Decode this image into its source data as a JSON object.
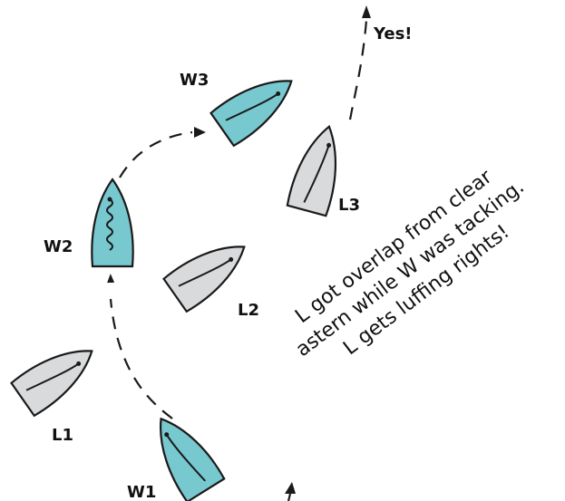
{
  "labels": {
    "yes": "Yes!",
    "w1": "W1",
    "w2": "W2",
    "w3": "W3",
    "l1": "L1",
    "l2": "L2",
    "l3": "L3"
  },
  "note": {
    "line1": "L got overlap from clear",
    "line2": "astern while W was tacking.",
    "line3": "L gets luffing rights!"
  },
  "colors": {
    "windward_boat": "#78c8d0",
    "leeward_boat": "#d9dadb",
    "outline": "#1a1a1a"
  }
}
